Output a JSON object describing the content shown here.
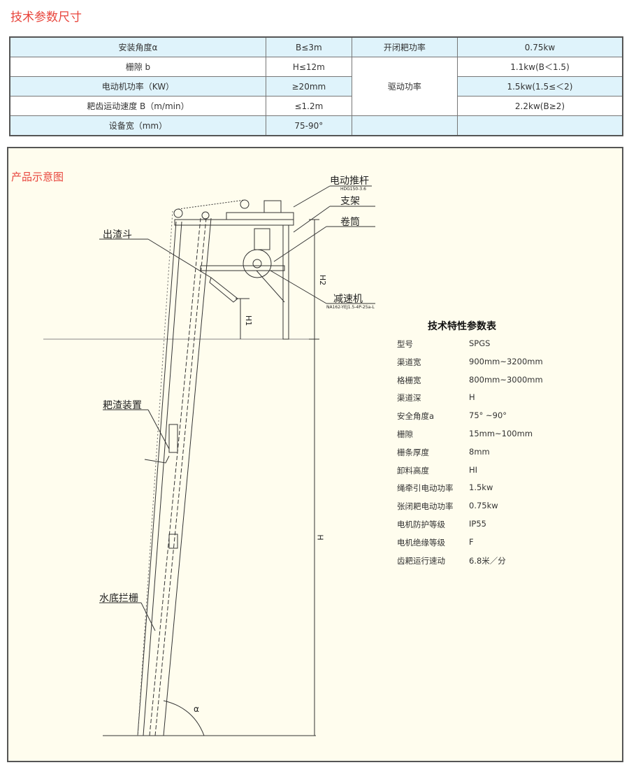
{
  "section_title": "技术参数尺寸",
  "params_table": [
    [
      "安装角度α",
      "B≤3m",
      "开闭耙功率",
      "0.75kw"
    ],
    [
      "栅隙 b",
      "H≤12m",
      "驱动功率",
      "1.1kw(B＜1.5)"
    ],
    [
      "电动机功率（KW）",
      "≥20mm",
      "",
      "1.5kw(1.5≤＜2)"
    ],
    [
      "耙齿运动速度 B（m/min）",
      "≤1.2m",
      "",
      "2.2kw(B≥2)"
    ],
    [
      "设备宽（mm）",
      "75-90°",
      "",
      ""
    ]
  ],
  "diagram": {
    "title": "产品示意图",
    "labels": {
      "pushrod": "电动推杆",
      "pushrod_model": "HDG150-3.6",
      "bracket": "支架",
      "drum": "卷筒",
      "hopper": "出渣斗",
      "reducer": "减速机",
      "reducer_model": "NA162-YEJ1.5-4P-25a-L",
      "rake": "耙渣装置",
      "grate": "水底拦栅",
      "h": "H",
      "h1": "H1",
      "h2": "H2",
      "alpha": "α"
    }
  },
  "spec_table": {
    "title": "技术特性参数表",
    "rows": [
      [
        "型号",
        "SPGS"
      ],
      [
        "渠道宽",
        "900mm~3200mm"
      ],
      [
        "格栅宽",
        "800mm~3000mm"
      ],
      [
        "渠道深",
        "H"
      ],
      [
        "安全角度a",
        "75° ~90°"
      ],
      [
        "栅隙",
        "15mm~100mm"
      ],
      [
        "栅条厚度",
        "8mm"
      ],
      [
        "卸料高度",
        "HI"
      ],
      [
        "绳牵引电动功率",
        "1.5kw"
      ],
      [
        "张闭耙电动功率",
        "0.75kw"
      ],
      [
        "电机防护等级",
        "IP55"
      ],
      [
        "电机绝缘等级",
        "F"
      ],
      [
        "齿耙运行速动",
        "6.8米／分"
      ]
    ]
  }
}
